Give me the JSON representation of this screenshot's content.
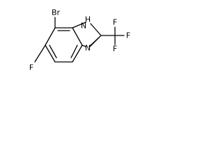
{
  "molecule": {
    "atoms": {
      "bromine": "Br",
      "fluorine_ring": "F",
      "nh": "H",
      "n_upper": "N",
      "n_lower": "N",
      "cf3_top": "F",
      "cf3_right": "F",
      "cf3_bottom": "F"
    },
    "colors": {
      "bond": "#000000",
      "text": "#000000",
      "background": "#ffffff"
    }
  }
}
